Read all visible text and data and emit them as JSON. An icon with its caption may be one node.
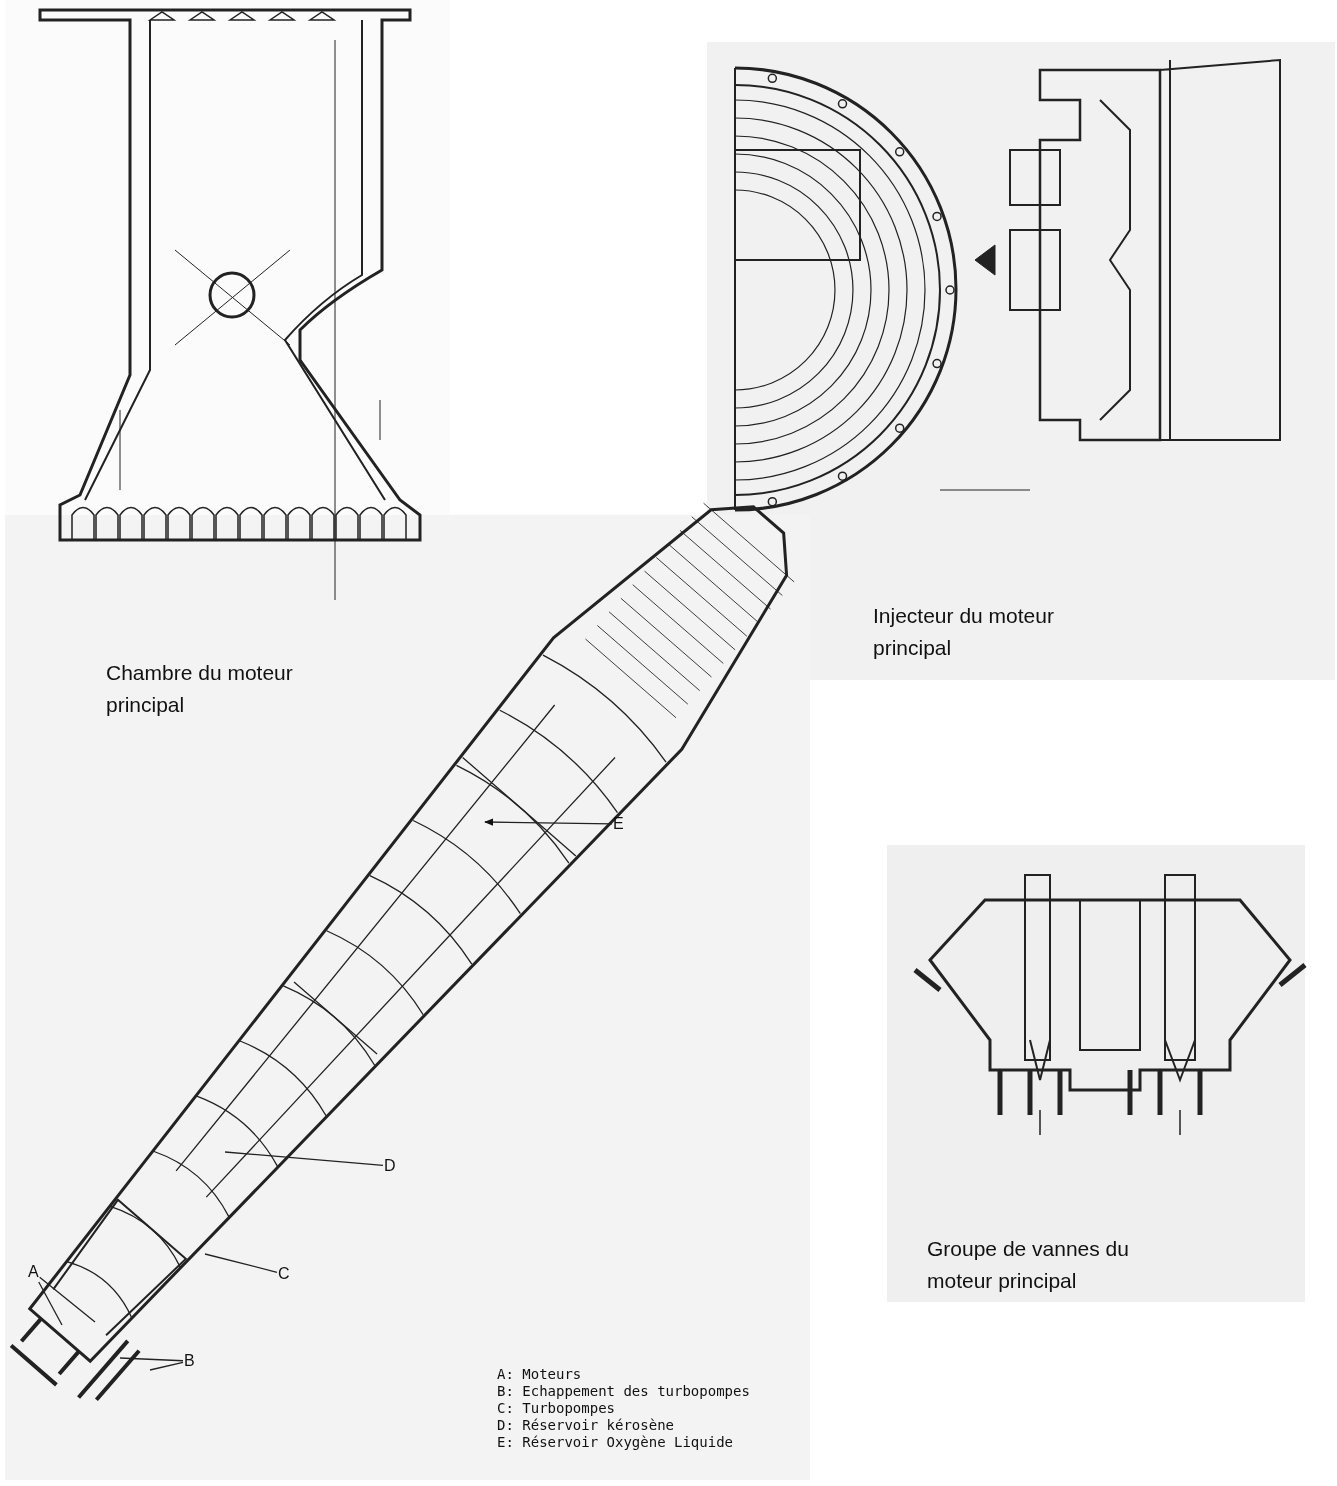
{
  "diagram": {
    "nodes": [
      {
        "text": [
          "A"
        ]
      },
      {
        "text": [
          "B"
        ]
      },
      {
        "text": [
          "C"
        ]
      },
      {
        "text": [
          "D"
        ]
      },
      {
        "text": [
          "E"
        ]
      }
    ],
    "edges": [
      {
        "from": 0,
        "to": null,
        "arrow": "none"
      },
      {
        "from": 0,
        "to": null,
        "arrow": "none"
      },
      {
        "from": 1,
        "to": null,
        "arrow": "none"
      },
      {
        "from": 1,
        "to": null,
        "arrow": "none"
      },
      {
        "from": 2,
        "to": null,
        "arrow": "none"
      },
      {
        "from": 3,
        "to": null,
        "arrow": "none"
      },
      {
        "from": 4,
        "to": null,
        "arrow": "to"
      }
    ],
    "labels": [
      "Injecteur du moteur principal",
      "Chambre du moteur principal",
      "Groupe de vannes du moteur principal",
      "A: Moteurs",
      "B: Echappement des turbopompes",
      "C: Turbopompes",
      "D: Réservoir kérosène",
      "E: Réservoir Oxygène Liquide"
    ]
  }
}
